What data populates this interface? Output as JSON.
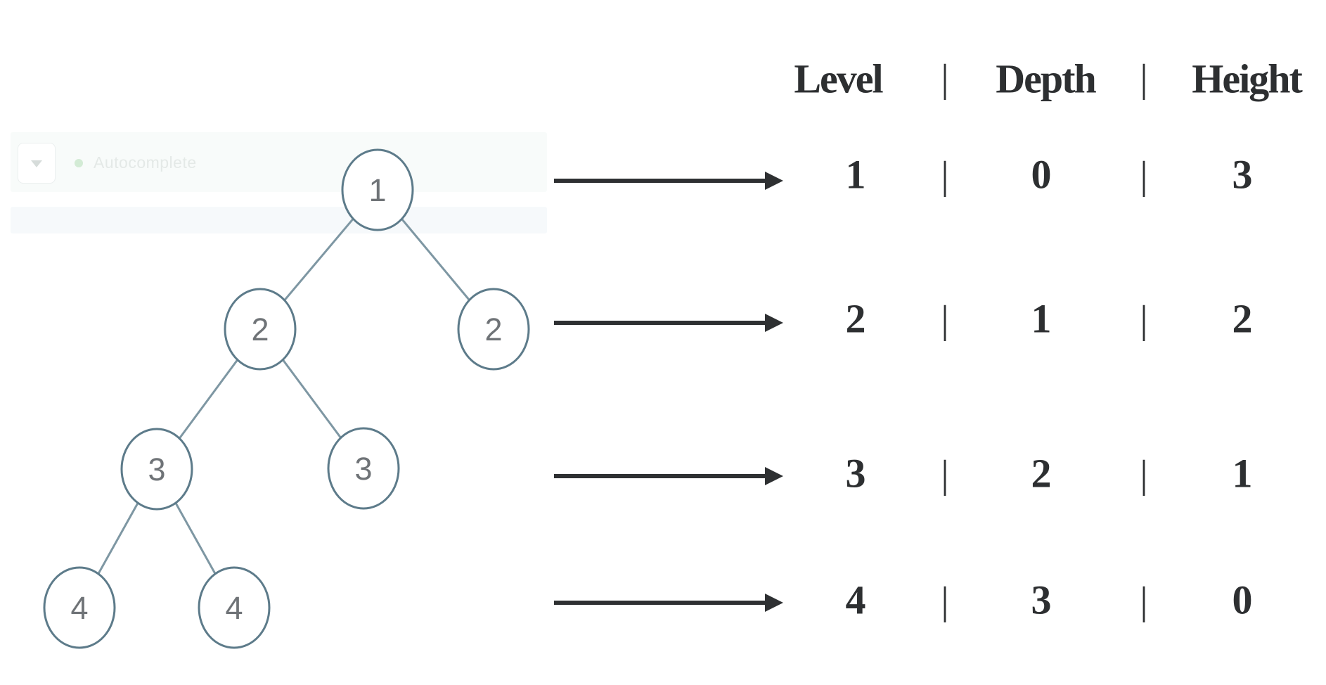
{
  "ghost_toolbar": {
    "autocomplete_label": "Autocomplete",
    "dropdown_icon": "chevron-down-icon",
    "status_dot_icon": "green-status-dot",
    "status_dot_color": "#cde7ce"
  },
  "tree": {
    "description": "binary tree whose node labels show the level of each node",
    "nodes": [
      {
        "label": "1"
      },
      {
        "label": "2"
      },
      {
        "label": "2"
      },
      {
        "label": "3"
      },
      {
        "label": "3"
      },
      {
        "label": "4"
      },
      {
        "label": "4"
      }
    ],
    "edges": [
      [
        0,
        1
      ],
      [
        0,
        2
      ],
      [
        1,
        3
      ],
      [
        1,
        4
      ],
      [
        3,
        5
      ],
      [
        3,
        6
      ]
    ],
    "node_stroke_color": "#5d7b8a",
    "edge_color": "#7e97a3",
    "node_text_color": "#6f7377"
  },
  "arrow_color": "#2e3032",
  "table": {
    "headers": {
      "level": "Level",
      "depth": "Depth",
      "height": "Height"
    },
    "separator": "|",
    "rows": [
      {
        "level": "1",
        "depth": "0",
        "height": "3"
      },
      {
        "level": "2",
        "depth": "1",
        "height": "2"
      },
      {
        "level": "3",
        "depth": "2",
        "height": "1"
      },
      {
        "level": "4",
        "depth": "3",
        "height": "0"
      }
    ],
    "text_color": "#2d2f31"
  }
}
